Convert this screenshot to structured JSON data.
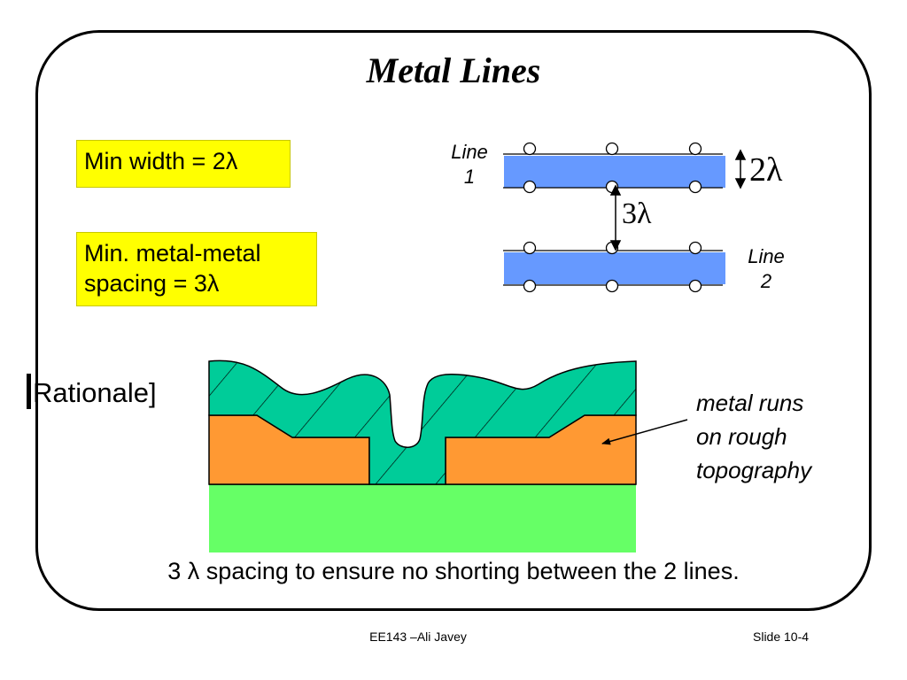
{
  "title": "Metal Lines",
  "rules": {
    "min_width": "Min width = 2λ",
    "spacing_line1": "Min. metal-metal",
    "spacing_line2": "spacing = 3λ"
  },
  "diagram": {
    "line1_label": [
      "Line",
      "1"
    ],
    "line2_label": [
      "Line",
      "2"
    ],
    "width_dim": "2λ",
    "spacing_dim": "3λ",
    "colors": {
      "metal_line": "#6699ff",
      "metal_fill": "#00cc99",
      "oxide": "#ff9933",
      "substrate": "#66ff66"
    }
  },
  "rationale": "Rationale]",
  "annotation": [
    "metal runs",
    "on rough",
    "topography"
  ],
  "conclusion": "3 λ spacing to ensure no shorting between the 2 lines.",
  "footer": {
    "course": "EE143 –Ali Javey",
    "slide": "Slide 10-4"
  }
}
